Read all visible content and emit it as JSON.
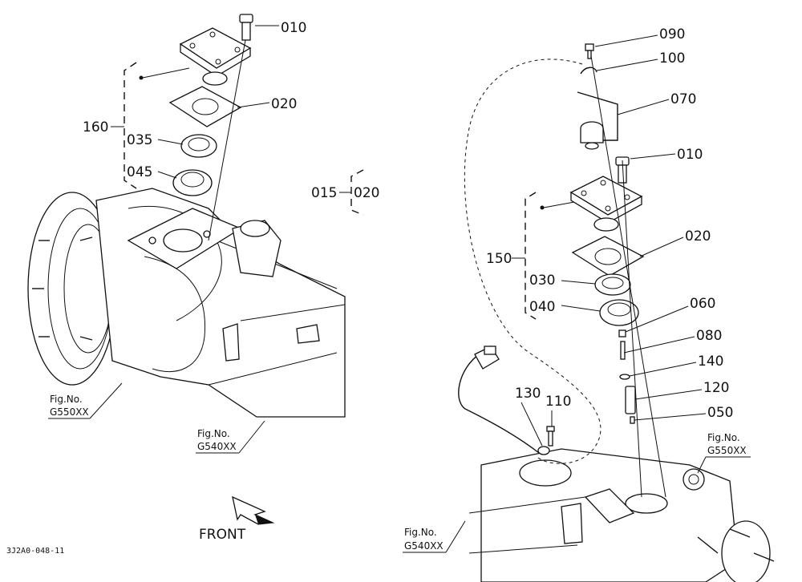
{
  "left_view": {
    "callouts": [
      "010",
      "020",
      "035",
      "045",
      "160"
    ],
    "alt_ref": {
      "left": "015",
      "right": "020"
    },
    "fig_refs": [
      {
        "line1": "Fig.No.",
        "line2": "G550XX"
      },
      {
        "line1": "Fig.No.",
        "line2": "G540XX"
      }
    ],
    "front_label": "FRONT",
    "drawing_code": "3J2A0-048-11"
  },
  "right_view": {
    "callouts": [
      "090",
      "100",
      "070",
      "010",
      "020",
      "030",
      "040",
      "060",
      "080",
      "140",
      "120",
      "050",
      "130",
      "110",
      "150"
    ],
    "fig_refs": [
      {
        "line1": "Fig.No.",
        "line2": "G550XX"
      },
      {
        "line1": "Fig.No.",
        "line2": "G540XX"
      }
    ]
  }
}
